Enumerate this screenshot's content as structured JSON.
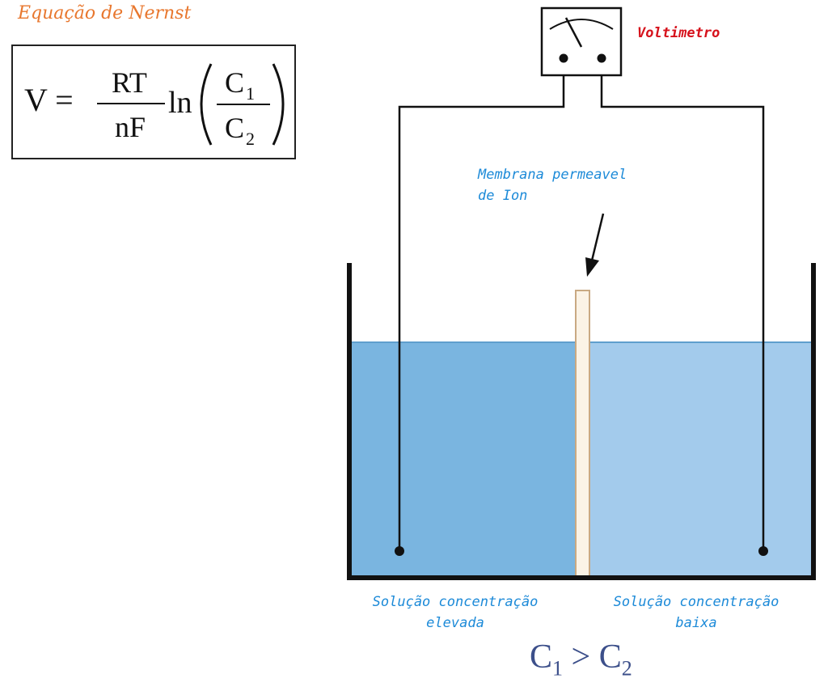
{
  "title": "Equação de Nernst",
  "equation": {
    "lhs": "V =",
    "numerator": "RT",
    "denominator": "nF",
    "func": "ln",
    "inner_num_base": "C",
    "inner_num_sub": "1",
    "inner_den_base": "C",
    "inner_den_sub": "2"
  },
  "labels": {
    "voltmeter": "Voltimetro",
    "membrane_line1": "Membrana permeavel",
    "membrane_line2": "de Ion",
    "left_solution_line1": "Solução concentração",
    "left_solution_line2": "elevada",
    "right_solution_line1": "Solução concentração",
    "right_solution_line2": "baixa"
  },
  "condition": {
    "left_base": "C",
    "left_sub": "1",
    "operator": ">",
    "right_base": "C",
    "right_sub": "2"
  },
  "colors": {
    "high_concentration": "#7ab5e0",
    "low_concentration": "#a3cbec",
    "membrane": "#fbf3e6",
    "membrane_border": "#c9a983",
    "label_blue": "#1c8ad8",
    "voltmeter_red": "#d6121c",
    "title_orange": "#e8772e"
  }
}
